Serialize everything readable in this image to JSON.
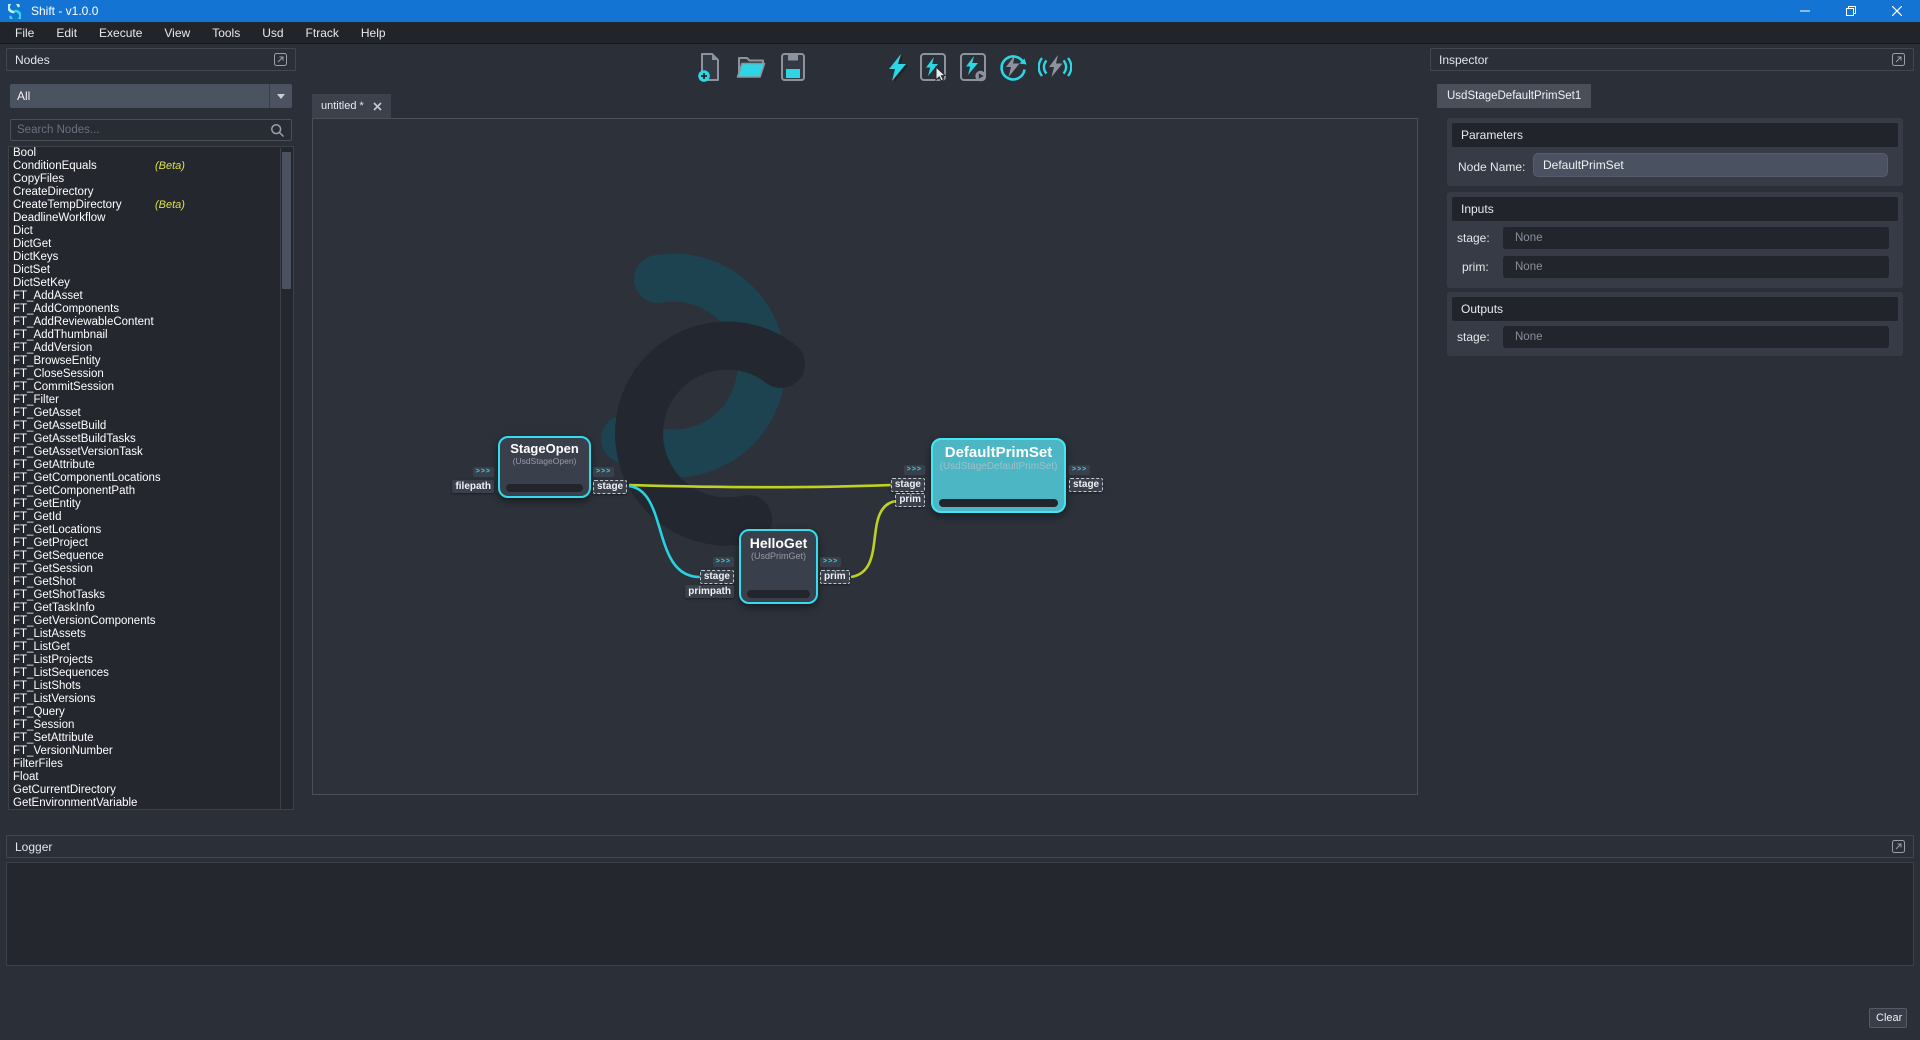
{
  "window": {
    "title": "Shift - v1.0.0"
  },
  "menu": {
    "items": [
      "File",
      "Edit",
      "Execute",
      "View",
      "Tools",
      "Usd",
      "Ftrack",
      "Help"
    ]
  },
  "toolbar": {
    "icons": [
      "new-file",
      "open-file",
      "save-file",
      "execute",
      "execute-selected",
      "execute-from-node",
      "re-execute",
      "live-execute"
    ]
  },
  "nodes_panel": {
    "title": "Nodes",
    "filter_value": "All",
    "search_placeholder": "Search Nodes...",
    "items": [
      {
        "label": "Bool"
      },
      {
        "label": "ConditionEquals",
        "badge": "(Beta)"
      },
      {
        "label": "CopyFiles"
      },
      {
        "label": "CreateDirectory"
      },
      {
        "label": "CreateTempDirectory",
        "badge": "(Beta)"
      },
      {
        "label": "DeadlineWorkflow"
      },
      {
        "label": "Dict"
      },
      {
        "label": "DictGet"
      },
      {
        "label": "DictKeys"
      },
      {
        "label": "DictSet"
      },
      {
        "label": "DictSetKey"
      },
      {
        "label": "FT_AddAsset"
      },
      {
        "label": "FT_AddComponents"
      },
      {
        "label": "FT_AddReviewableContent"
      },
      {
        "label": "FT_AddThumbnail"
      },
      {
        "label": "FT_AddVersion"
      },
      {
        "label": "FT_BrowseEntity"
      },
      {
        "label": "FT_CloseSession"
      },
      {
        "label": "FT_CommitSession"
      },
      {
        "label": "FT_Filter"
      },
      {
        "label": "FT_GetAsset"
      },
      {
        "label": "FT_GetAssetBuild"
      },
      {
        "label": "FT_GetAssetBuildTasks"
      },
      {
        "label": "FT_GetAssetVersionTask"
      },
      {
        "label": "FT_GetAttribute"
      },
      {
        "label": "FT_GetComponentLocations"
      },
      {
        "label": "FT_GetComponentPath"
      },
      {
        "label": "FT_GetEntity"
      },
      {
        "label": "FT_GetId"
      },
      {
        "label": "FT_GetLocations"
      },
      {
        "label": "FT_GetProject"
      },
      {
        "label": "FT_GetSequence"
      },
      {
        "label": "FT_GetSession"
      },
      {
        "label": "FT_GetShot"
      },
      {
        "label": "FT_GetShotTasks"
      },
      {
        "label": "FT_GetTaskInfo"
      },
      {
        "label": "FT_GetVersionComponents"
      },
      {
        "label": "FT_ListAssets"
      },
      {
        "label": "FT_ListGet"
      },
      {
        "label": "FT_ListProjects"
      },
      {
        "label": "FT_ListSequences"
      },
      {
        "label": "FT_ListShots"
      },
      {
        "label": "FT_ListVersions"
      },
      {
        "label": "FT_Query"
      },
      {
        "label": "FT_Session"
      },
      {
        "label": "FT_SetAttribute"
      },
      {
        "label": "FT_VersionNumber"
      },
      {
        "label": "FilterFiles"
      },
      {
        "label": "Float"
      },
      {
        "label": "GetCurrentDirectory"
      },
      {
        "label": "GetEnvironmentVariable"
      }
    ]
  },
  "graph": {
    "tab_label": "untitled *",
    "port_chevron": ">>>",
    "nodes": [
      {
        "title": "StageOpen",
        "subtitle": "(UsdStageOpen)",
        "inputs": [
          {
            "label": "filepath",
            "connected": false
          }
        ],
        "outputs": [
          {
            "label": "stage",
            "connected": true
          }
        ]
      },
      {
        "title": "HelloGet",
        "subtitle": "(UsdPrimGet)",
        "inputs": [
          {
            "label": "stage",
            "connected": true
          },
          {
            "label": "primpath",
            "connected": false
          }
        ],
        "outputs": [
          {
            "label": "prim",
            "connected": true
          }
        ]
      },
      {
        "title": "DefaultPrimSet",
        "subtitle": "(UsdStageDefaultPrimSet)",
        "selected": true,
        "inputs": [
          {
            "label": "stage",
            "connected": true
          },
          {
            "label": "prim",
            "connected": true
          }
        ],
        "outputs": [
          {
            "label": "stage",
            "connected": true
          }
        ]
      }
    ],
    "wires": [
      {
        "from": "StageOpen.stage",
        "to": "DefaultPrimSet.stage",
        "color": "#bed223"
      },
      {
        "from": "StageOpen.stage",
        "to": "HelloGet.stage",
        "color": "#27d3e3"
      },
      {
        "from": "HelloGet.prim",
        "to": "DefaultPrimSet.prim",
        "color": "#bed223"
      }
    ]
  },
  "inspector": {
    "title": "Inspector",
    "tab": "UsdStageDefaultPrimSet1",
    "parameters": {
      "header": "Parameters",
      "node_name_label": "Node Name:",
      "node_name_value": "DefaultPrimSet"
    },
    "inputs": {
      "header": "Inputs",
      "rows": [
        {
          "label": "stage:",
          "value": "None"
        },
        {
          "label": "prim:",
          "value": "None"
        }
      ]
    },
    "outputs": {
      "header": "Outputs",
      "rows": [
        {
          "label": "stage:",
          "value": "None"
        }
      ]
    }
  },
  "logger": {
    "title": "Logger",
    "content": "",
    "clear_label": "Clear"
  },
  "colors": {
    "titlebar_blue": "#1474d4",
    "accent_cyan": "#2ed5e5",
    "wire_yellow": "#bed223",
    "wire_cyan": "#27d3e3",
    "beta_yellow": "#dde24f",
    "selected_node_fill": "#4db6c4",
    "node_border_cyan": "#35dcec"
  }
}
